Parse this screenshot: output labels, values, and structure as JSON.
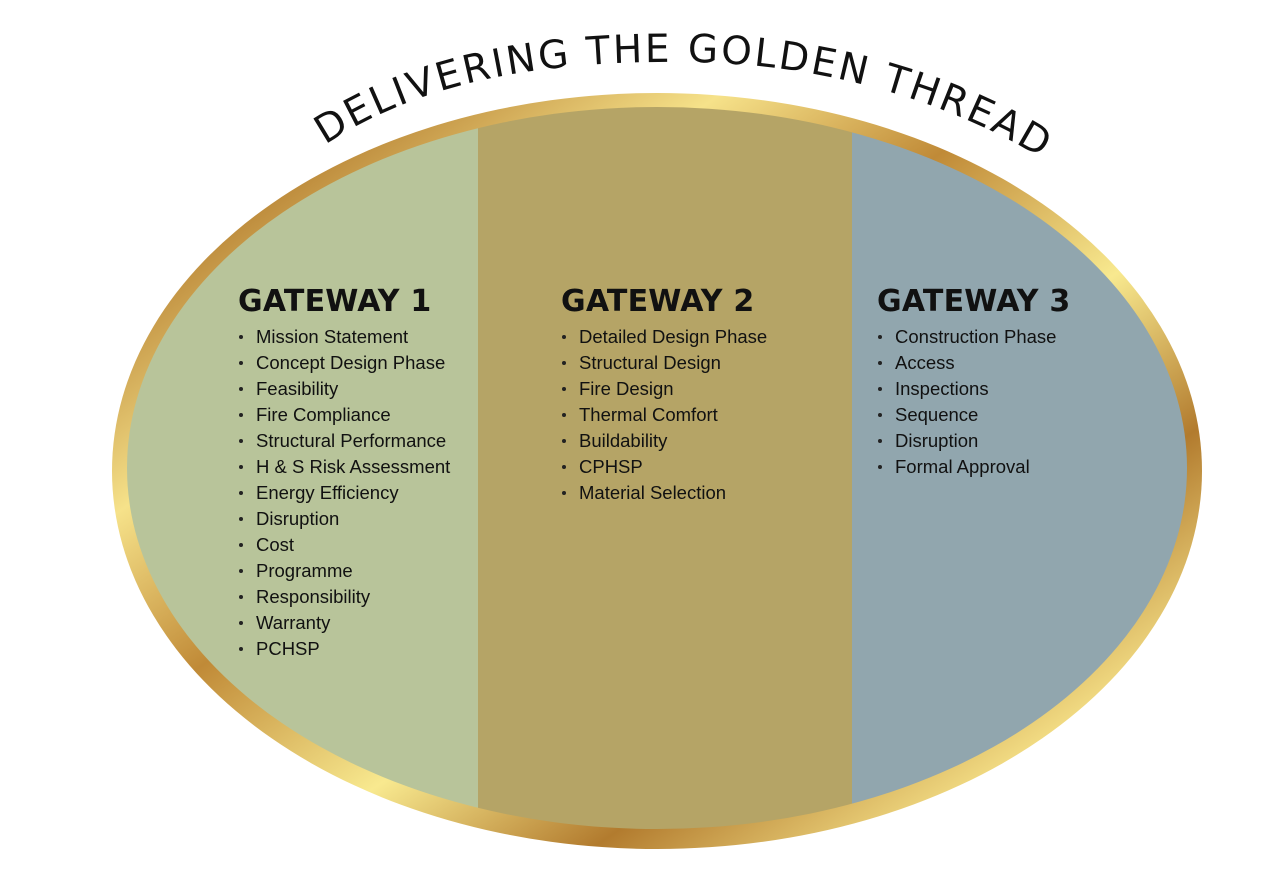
{
  "title": "DELIVERING THE GOLDEN THREAD",
  "colors": {
    "gateway_1": "#b8c49a",
    "gateway_2": "#b5a466",
    "gateway_3": "#91a6ae",
    "gold_dark": "#b07d32",
    "gold_light": "#f7e58a"
  },
  "gateways": [
    {
      "title": "GATEWAY 1",
      "items": [
        "Mission Statement",
        "Concept Design Phase",
        "Feasibility",
        "Fire Compliance",
        "Structural Performance",
        "H & S Risk Assessment",
        "Energy Efficiency",
        "Disruption",
        "Cost",
        "Programme",
        "Responsibility",
        "Warranty",
        "PCHSP"
      ]
    },
    {
      "title": "GATEWAY 2",
      "items": [
        "Detailed Design Phase",
        "Structural Design",
        "Fire Design",
        "Thermal Comfort",
        "Buildability",
        "CPHSP",
        "Material Selection"
      ]
    },
    {
      "title": "GATEWAY 3",
      "items": [
        "Construction Phase",
        "Access",
        "Inspections",
        "Sequence",
        "Disruption",
        "Formal Approval"
      ]
    }
  ]
}
